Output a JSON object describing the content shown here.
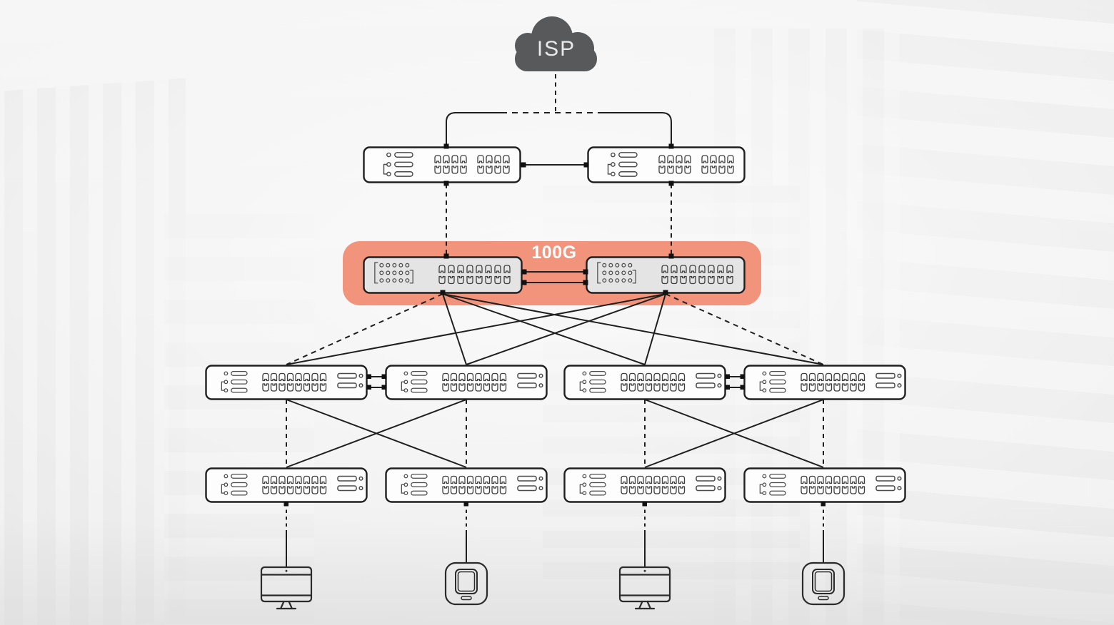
{
  "diagram": {
    "labels": {
      "isp": "ISP",
      "core_link_speed": "100G"
    },
    "colors": {
      "highlight": "#F2937B",
      "cloud": "#58595B",
      "line": "#1F1F1F",
      "switch_fill": "#FDFDFD",
      "core_switch_fill": "#E4E4E4",
      "label_text": "#FFFFFF"
    },
    "layers": [
      {
        "name": "internet",
        "nodes": [
          {
            "id": "isp-cloud",
            "type": "cloud",
            "label": "ISP"
          }
        ]
      },
      {
        "name": "edge-routers",
        "nodes": [
          {
            "id": "router-1",
            "type": "router",
            "port_count": 8
          },
          {
            "id": "router-2",
            "type": "router",
            "port_count": 8
          }
        ]
      },
      {
        "name": "core",
        "highlighted": true,
        "link_label": "100G",
        "nodes": [
          {
            "id": "core-switch-1",
            "type": "core-switch",
            "port_count": 16
          },
          {
            "id": "core-switch-2",
            "type": "core-switch",
            "port_count": 16
          }
        ]
      },
      {
        "name": "distribution",
        "nodes": [
          {
            "id": "distribution-switch-1",
            "type": "switch",
            "port_count": 16,
            "uplinks": 2
          },
          {
            "id": "distribution-switch-2",
            "type": "switch",
            "port_count": 16,
            "uplinks": 2
          },
          {
            "id": "distribution-switch-3",
            "type": "switch",
            "port_count": 16,
            "uplinks": 2
          },
          {
            "id": "distribution-switch-4",
            "type": "switch",
            "port_count": 16,
            "uplinks": 2
          }
        ]
      },
      {
        "name": "access",
        "nodes": [
          {
            "id": "access-switch-1",
            "type": "switch",
            "port_count": 16,
            "uplinks": 2
          },
          {
            "id": "access-switch-2",
            "type": "switch",
            "port_count": 16,
            "uplinks": 2
          },
          {
            "id": "access-switch-3",
            "type": "switch",
            "port_count": 16,
            "uplinks": 2
          },
          {
            "id": "access-switch-4",
            "type": "switch",
            "port_count": 16,
            "uplinks": 2
          }
        ]
      },
      {
        "name": "end-devices",
        "nodes": [
          {
            "id": "desktop-1",
            "type": "desktop-monitor"
          },
          {
            "id": "kiosk-1",
            "type": "tablet-kiosk"
          },
          {
            "id": "desktop-2",
            "type": "desktop-monitor"
          },
          {
            "id": "kiosk-2",
            "type": "tablet-kiosk"
          }
        ]
      }
    ],
    "links": [
      {
        "from": "isp-cloud",
        "to": "router-1",
        "style": "dashed"
      },
      {
        "from": "isp-cloud",
        "to": "router-2",
        "style": "dashed"
      },
      {
        "from": "router-1",
        "to": "router-2",
        "style": "solid"
      },
      {
        "from": "router-1",
        "to": "core-switch-1",
        "style": "dashed"
      },
      {
        "from": "router-2",
        "to": "core-switch-2",
        "style": "dashed"
      },
      {
        "from": "core-switch-1",
        "to": "core-switch-2",
        "style": "double-solid",
        "label": "100G"
      },
      {
        "from": "core-switch-1",
        "to": "distribution-switch-1",
        "style": "dashed"
      },
      {
        "from": "core-switch-1",
        "to": "distribution-switch-2",
        "style": "solid"
      },
      {
        "from": "core-switch-1",
        "to": "distribution-switch-3",
        "style": "solid"
      },
      {
        "from": "core-switch-1",
        "to": "distribution-switch-4",
        "style": "solid"
      },
      {
        "from": "core-switch-2",
        "to": "distribution-switch-1",
        "style": "solid"
      },
      {
        "from": "core-switch-2",
        "to": "distribution-switch-2",
        "style": "solid"
      },
      {
        "from": "core-switch-2",
        "to": "distribution-switch-3",
        "style": "solid"
      },
      {
        "from": "core-switch-2",
        "to": "distribution-switch-4",
        "style": "dashed"
      },
      {
        "from": "distribution-switch-1",
        "to": "distribution-switch-2",
        "style": "double-solid"
      },
      {
        "from": "distribution-switch-3",
        "to": "distribution-switch-4",
        "style": "double-solid"
      },
      {
        "from": "distribution-switch-1",
        "to": "access-switch-1",
        "style": "dashed"
      },
      {
        "from": "distribution-switch-1",
        "to": "access-switch-2",
        "style": "solid"
      },
      {
        "from": "distribution-switch-2",
        "to": "access-switch-1",
        "style": "solid"
      },
      {
        "from": "distribution-switch-2",
        "to": "access-switch-2",
        "style": "dashed"
      },
      {
        "from": "distribution-switch-3",
        "to": "access-switch-3",
        "style": "dashed"
      },
      {
        "from": "distribution-switch-3",
        "to": "access-switch-4",
        "style": "solid"
      },
      {
        "from": "distribution-switch-4",
        "to": "access-switch-3",
        "style": "solid"
      },
      {
        "from": "distribution-switch-4",
        "to": "access-switch-4",
        "style": "dashed"
      },
      {
        "from": "access-switch-1",
        "to": "desktop-1",
        "style": "dashed-then-solid"
      },
      {
        "from": "access-switch-2",
        "to": "kiosk-1",
        "style": "dashed-then-solid"
      },
      {
        "from": "access-switch-3",
        "to": "desktop-2",
        "style": "dashed-then-solid"
      },
      {
        "from": "access-switch-4",
        "to": "kiosk-2",
        "style": "dashed-then-solid"
      }
    ]
  }
}
